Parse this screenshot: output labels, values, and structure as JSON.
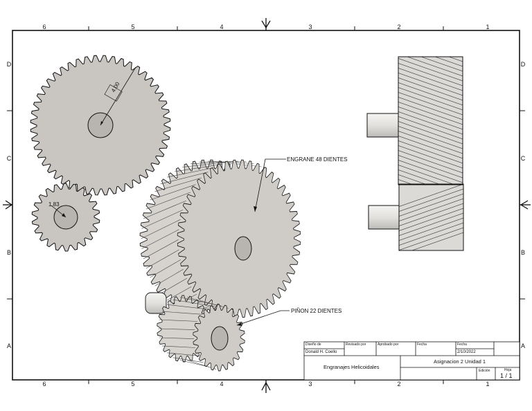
{
  "drawing": {
    "border_numbers_top": [
      "6",
      "5",
      "4",
      "3",
      "2",
      "1"
    ],
    "border_numbers_bottom": [
      "6",
      "5",
      "4",
      "3",
      "2",
      "1"
    ],
    "border_letters_left": [
      "D",
      "C",
      "B",
      "A"
    ],
    "border_letters_right": [
      "D",
      "C",
      "B",
      "A"
    ],
    "dimensions": {
      "large_gear_diameter": "4.00",
      "small_gear_diameter": "1.83"
    },
    "callouts": {
      "gear": "ENGRANE 48 DIENTES",
      "pinion": "PIÑON 22 DIENTES"
    }
  },
  "title_block": {
    "design_label": "Diseño de",
    "designer": "Donald H. Coello",
    "reviewed_label": "Revisado por",
    "approved_label": "Aprobado por",
    "date_label_1": "Fecha",
    "date_label_2": "Fecha",
    "date_value": "2/10/2022",
    "title": "Engranajes Helicoidales",
    "assignment": "Asignacion 2 Unidad 1",
    "edition_label": "Edición",
    "sheet_label": "Hoja",
    "sheet_value": "1 / 1"
  },
  "colors": {
    "line": "#111111",
    "gear_fill": "#c9c6c2",
    "hub_fill": "#b8b4b0",
    "shaft_fill": "#e4e3e0"
  }
}
